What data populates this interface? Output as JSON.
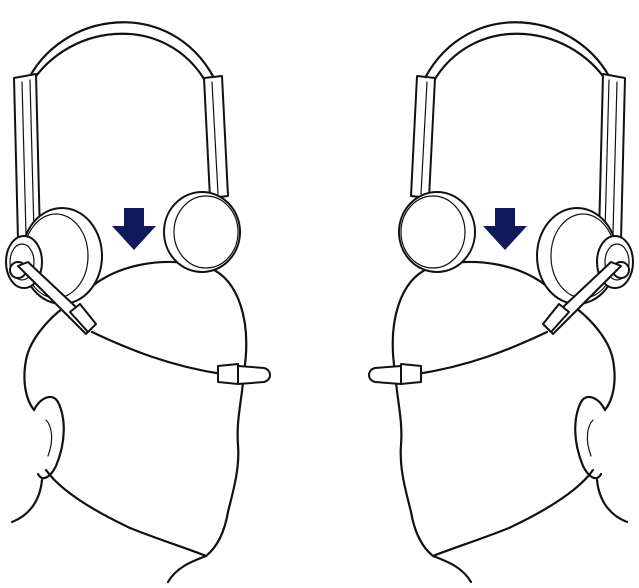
{
  "figure": {
    "panels": [
      {
        "id": "left",
        "subject": "head-back-view",
        "headset": "dual-ear-headset",
        "mic_side": "left",
        "instruction_icon": "arrow-down-icon"
      },
      {
        "id": "right",
        "subject": "head-back-view",
        "headset": "dual-ear-headset",
        "mic_side": "right",
        "instruction_icon": "arrow-down-icon"
      }
    ],
    "colors": {
      "line": "#111111",
      "arrow": "#0d1b5c",
      "background": "#ffffff"
    }
  }
}
